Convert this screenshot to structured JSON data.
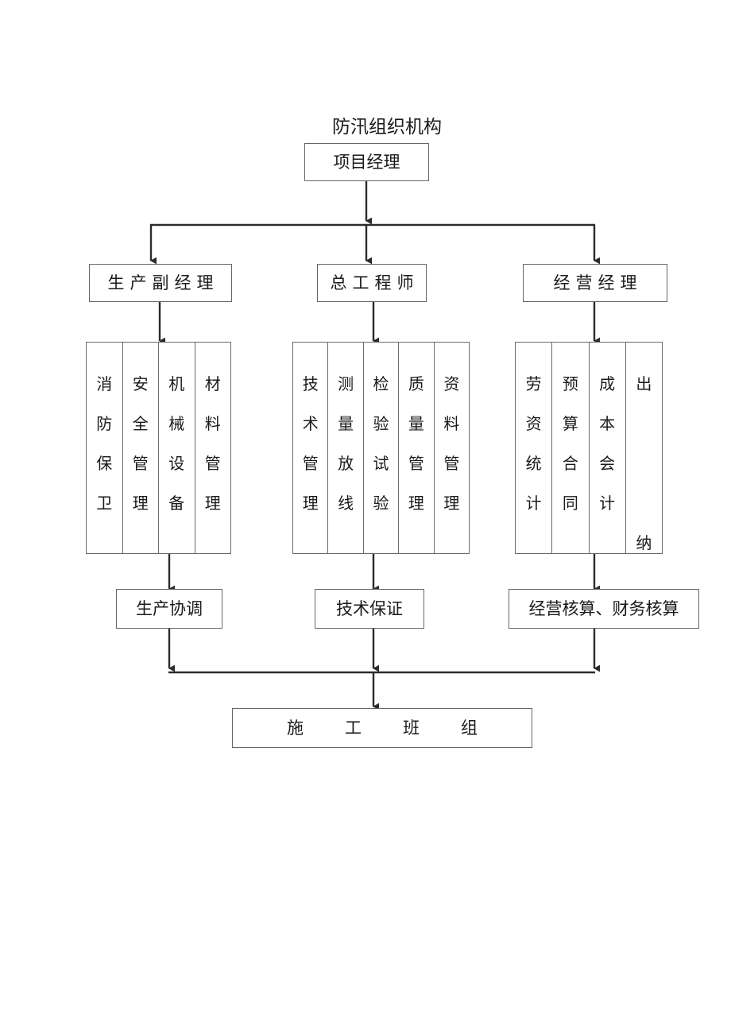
{
  "diagram": {
    "title": "防汛组织机构",
    "type": "organization-chart",
    "line_color": "#2b2b2b",
    "box_border_color": "#666666",
    "background": "#ffffff",
    "top": {
      "label": "项目经理"
    },
    "level2": [
      {
        "label": "生产副经理"
      },
      {
        "label": "总工程师"
      },
      {
        "label": "经营经理"
      }
    ],
    "groups": [
      {
        "name": "production-functions",
        "columns": [
          {
            "chars": [
              "消",
              "防",
              "保",
              "卫"
            ],
            "text": "消防保卫"
          },
          {
            "chars": [
              "安",
              "全",
              "管",
              "理"
            ],
            "text": "安全管理"
          },
          {
            "chars": [
              "机",
              "械",
              "设",
              "备"
            ],
            "text": "机械设备"
          },
          {
            "chars": [
              "材",
              "料",
              "管",
              "理"
            ],
            "text": "材料管理"
          }
        ]
      },
      {
        "name": "technical-functions",
        "columns": [
          {
            "chars": [
              "技",
              "术",
              "管",
              "理"
            ],
            "text": "技术管理"
          },
          {
            "chars": [
              "测",
              "量",
              "放",
              "线"
            ],
            "text": "测量放线"
          },
          {
            "chars": [
              "检",
              "验",
              "试",
              "验"
            ],
            "text": "检验试验"
          },
          {
            "chars": [
              "质",
              "量",
              "管",
              "理"
            ],
            "text": "质量管理"
          },
          {
            "chars": [
              "资",
              "料",
              "管",
              "理"
            ],
            "text": "资料管理"
          }
        ]
      },
      {
        "name": "operations-functions",
        "columns": [
          {
            "chars": [
              "劳",
              "资",
              "统",
              "计"
            ],
            "text": "劳资统计"
          },
          {
            "chars": [
              "预",
              "算",
              "合",
              "同"
            ],
            "text": "预算合同"
          },
          {
            "chars": [
              "成",
              "本",
              "会",
              "计"
            ],
            "text": "成本会计"
          },
          {
            "chars": [
              "出",
              "纳"
            ],
            "text": "出纳",
            "spread": true
          }
        ]
      }
    ],
    "level4": [
      {
        "label": "生产协调"
      },
      {
        "label": "技术保证"
      },
      {
        "label": "经营核算、财务核算"
      }
    ],
    "bottom": {
      "label": "施工班组"
    }
  }
}
